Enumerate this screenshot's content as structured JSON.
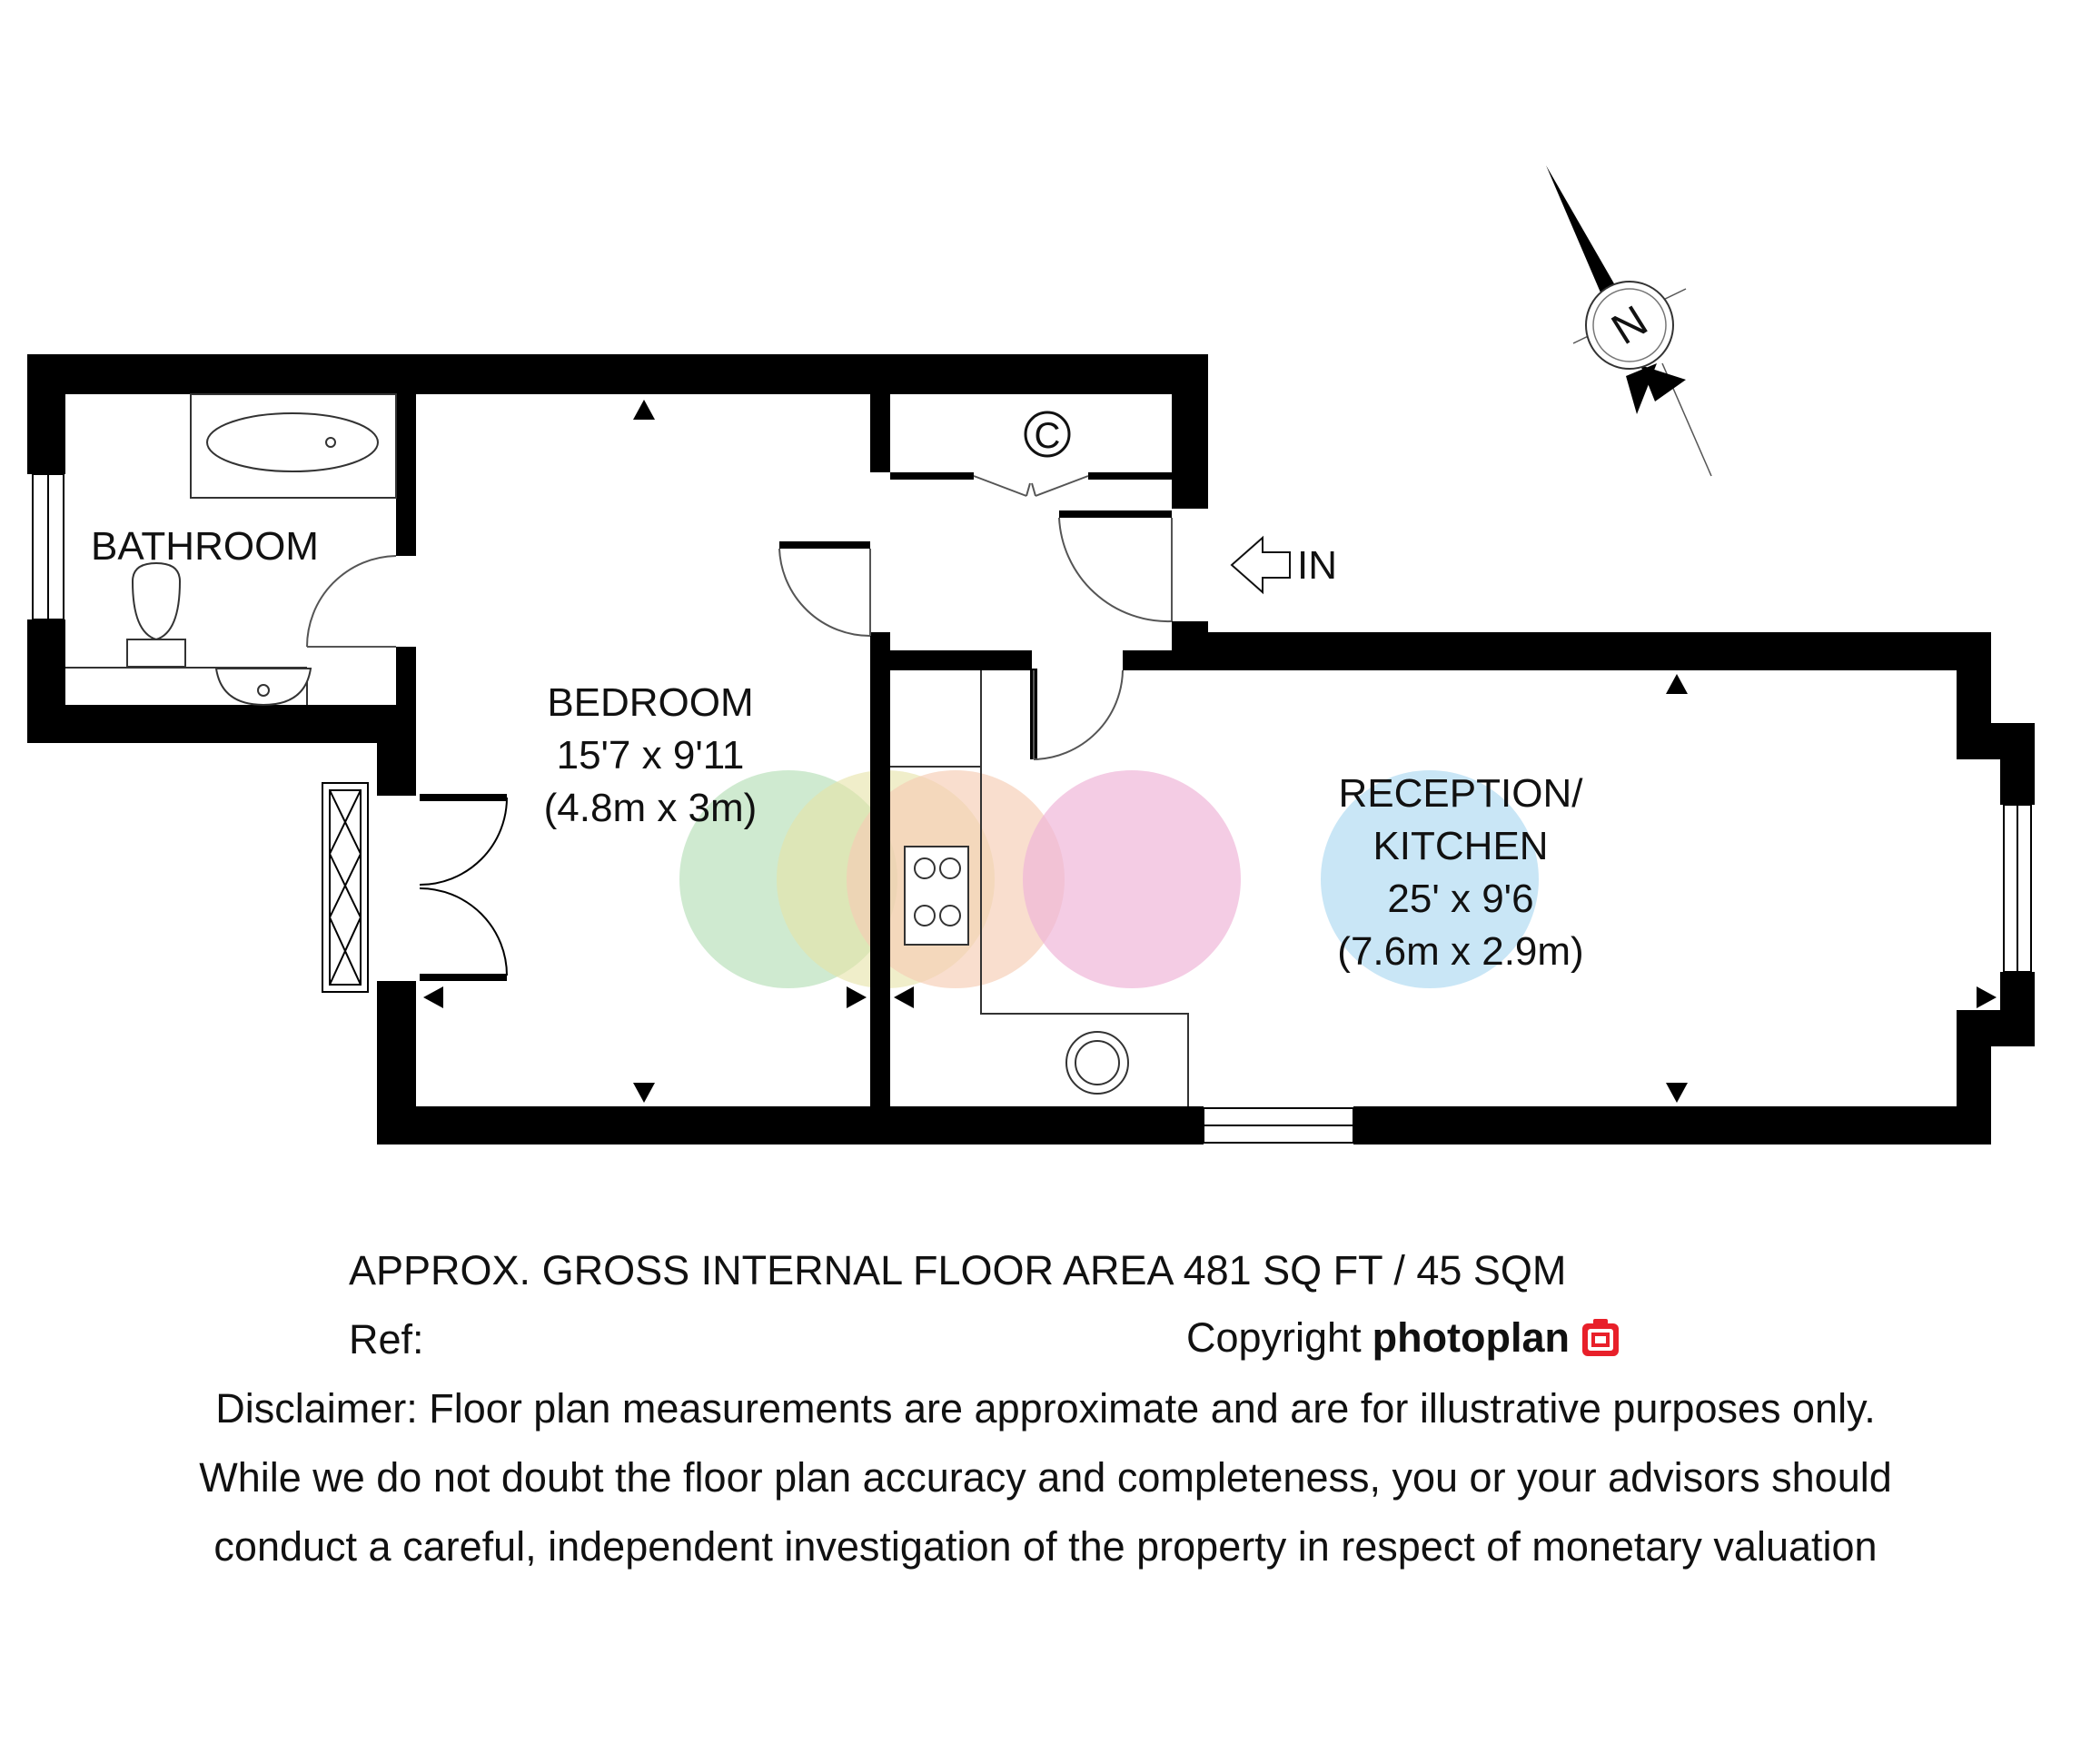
{
  "rooms": {
    "bathroom": {
      "name": "BATHROOM"
    },
    "bedroom": {
      "name": "BEDROOM",
      "size_imperial": "15'7 x 9'11",
      "size_metric": "(4.8m x 3m)"
    },
    "reception": {
      "name_line1": "RECEPTION/",
      "name_line2": "KITCHEN",
      "size_imperial": "25' x 9'6",
      "size_metric": "(7.6m x 2.9m)"
    },
    "cupboard": {
      "label": "C"
    }
  },
  "entrance": {
    "label": "IN"
  },
  "compass": {
    "label": "N"
  },
  "footer": {
    "area": "APPROX. GROSS INTERNAL FLOOR AREA 481 SQ FT / 45 SQM",
    "ref_label": "Ref:",
    "copyright_label": "Copyright",
    "brand": "photoplan",
    "disclaimer_line1": "Disclaimer: Floor plan measurements are approximate and are for illustrative purposes only.",
    "disclaimer_line2": "While we do not doubt the floor plan accuracy and completeness, you or your advisors should",
    "disclaimer_line3": "conduct a careful, independent investigation of the property in respect of monetary valuation"
  },
  "colors": {
    "wall": "#000000",
    "brand_red": "#e8202a",
    "circle_green": "#bfe3c0",
    "circle_yellow": "#e6e2a6",
    "circle_peach": "#f6cdb4",
    "circle_pink": "#f0b6d8",
    "circle_blue": "#bfe2f5"
  }
}
